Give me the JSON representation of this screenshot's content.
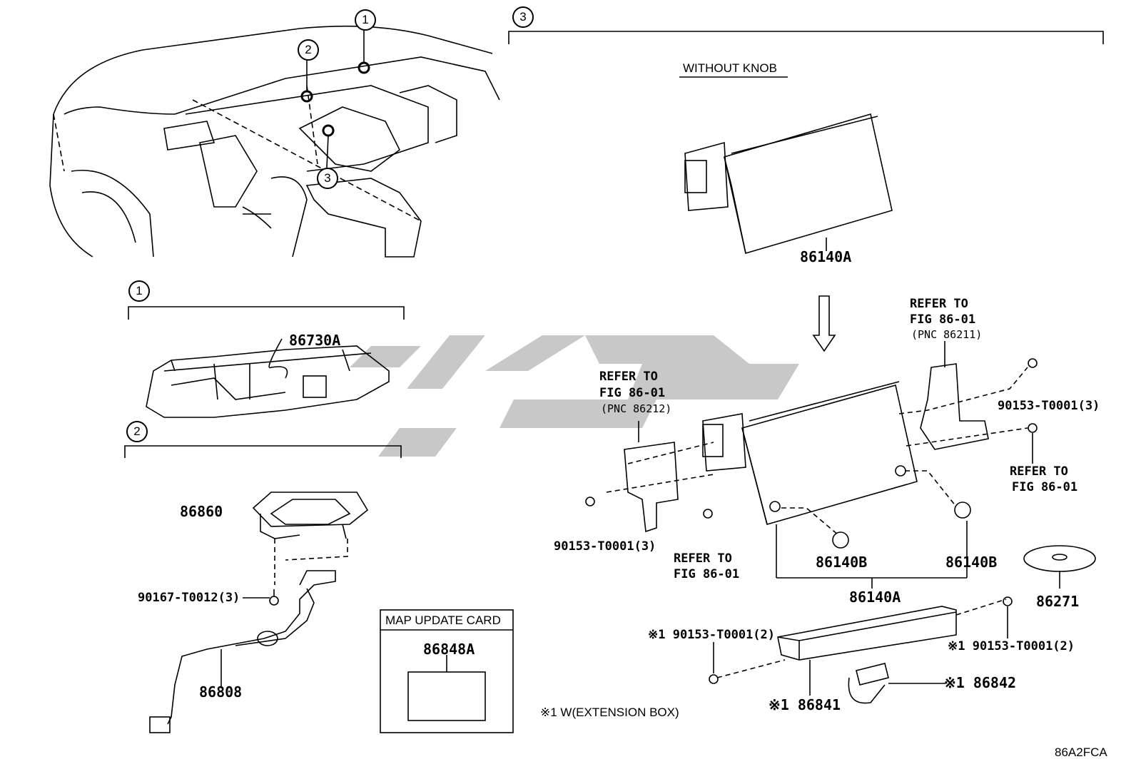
{
  "callouts": [
    "1",
    "2",
    "3"
  ],
  "sections": {
    "s3": {
      "subtitle": "WITHOUT KNOB",
      "display_top": "86140A",
      "refer_left": {
        "l1": "REFER TO",
        "l2": "FIG 86-01",
        "l3": "(PNC 86212)"
      },
      "refer_right_top": {
        "l1": "REFER TO",
        "l2": "FIG 86-01",
        "l3": "(PNC 86211)"
      },
      "bolt_right": "90153-T0001(3)",
      "refer_right_bottom": {
        "l1": "REFER TO",
        "l2": "FIG 86-01"
      },
      "bolt_left": "90153-T0001(3)",
      "refer_mid": {
        "l1": "REFER TO",
        "l2": "FIG 86-01"
      },
      "knob_left": "86140B",
      "knob_right": "86140B",
      "assembly": "86140A",
      "disc": "86271",
      "ext_bolt_left": "※1 90153-T0001(2)",
      "ext_bolt_right": "※1 90153-T0001(2)",
      "ext_box": "※1 86841",
      "ext_connector": "※1 86842",
      "footnote": "※1 W(EXTENSION BOX)"
    },
    "s1": {
      "part": "86730A"
    },
    "s2": {
      "bracket": "86860",
      "screw": "90167-T0012(3)",
      "cable": "86808"
    },
    "map_card": {
      "title": "MAP UPDATE CARD",
      "part": "86848A"
    }
  },
  "watermark": "زاپ",
  "figure_code": "86A2FCA",
  "colors": {
    "line": "#000000",
    "watermark": "#c8c8c8"
  }
}
